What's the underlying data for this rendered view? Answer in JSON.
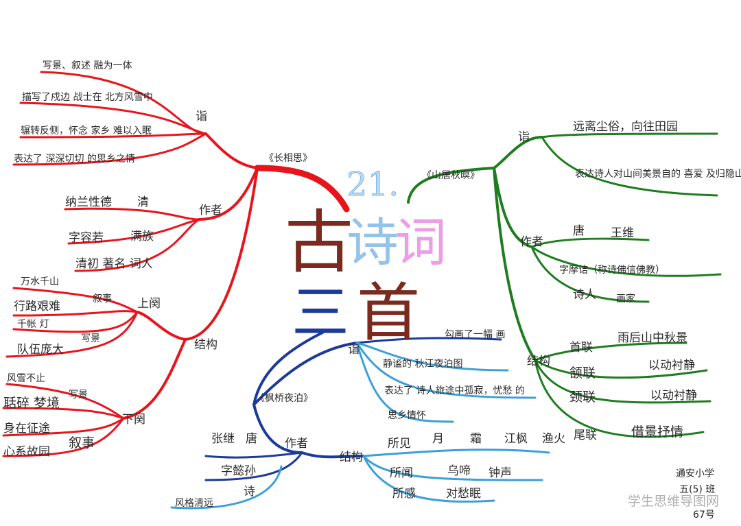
{
  "title": {
    "number": "21.",
    "word_a": "古",
    "word_b": "诗",
    "word_c": "词",
    "word_d": "三",
    "word_e": "首"
  },
  "colors": {
    "red_branch": "#e8141c",
    "green_branch": "#1e7d1e",
    "blue_branch": "#1b3a9a",
    "light_blue_branch": "#3aa0d8",
    "title_brown": "#7a2a1e",
    "title_blue": "#3a8fd8",
    "title_pink": "#e06ad8"
  },
  "left_poem": {
    "name": "《长相思》",
    "zhi": {
      "label": "诣",
      "items": [
        "写景、叙述 融为一体",
        "描写了戍边 战士在 北方风雪中",
        "辗转反侧，怀念 家乡 难以入眠",
        "表达了 深深切切 的思乡之情"
      ]
    },
    "author": {
      "label": "作者",
      "items": [
        "纳兰性德",
        "清",
        "字容若",
        "满族",
        "清初 著名 词人"
      ]
    },
    "structure": {
      "label": "结构",
      "upper": {
        "label": "上阕",
        "narrate_label": "叙事",
        "narrate_items": [
          "万水千山",
          "行路艰难"
        ],
        "scene_label": "写景",
        "scene_items": [
          "千帐 灯",
          "队伍庞大"
        ]
      },
      "lower": {
        "label": "下阕",
        "scene_label": "写景",
        "scene_items": [
          "风雪不止",
          "聒碎 梦境"
        ],
        "narrate_label": "叙事",
        "narrate_items": [
          "身在征途",
          "心系故园"
        ]
      }
    }
  },
  "right_poem": {
    "name": "《山居秋暝》",
    "zhi": {
      "label": "诣",
      "items": [
        "远离尘俗，向往田园",
        "表达诗人对山间美景自的 喜爱 及归隐山林的 心愿"
      ]
    },
    "author": {
      "label": "作者",
      "items": [
        "唐",
        "王维",
        "字摩诘（称诗佛信佛教）",
        "诗人",
        "画家"
      ]
    },
    "structure": {
      "label": "结构",
      "items": [
        {
          "label": "首联",
          "desc": "雨后山中秋景"
        },
        {
          "label": "颔联",
          "desc": "以动衬静"
        },
        {
          "label": "颈联",
          "desc": "以动衬静"
        },
        {
          "label": "尾联",
          "desc": "借景抒情"
        }
      ]
    }
  },
  "bottom_poem": {
    "name": "《枫桥夜泊》",
    "zhi": {
      "label": "诣",
      "items": [
        "勾画了一幅 画",
        "静谧的 秋江夜泊图",
        "表达了 诗人旅途中孤寂，忧愁 的",
        "思乡情怀"
      ]
    },
    "author": {
      "label": "作者",
      "items": [
        "张继",
        "唐",
        "字懿孙",
        "诗",
        "风格清远"
      ]
    },
    "structure": {
      "label": "结构",
      "items": [
        {
          "label": "所见",
          "desc": [
            "月",
            "霜",
            "江枫",
            "渔火"
          ]
        },
        {
          "label": "所闻",
          "desc": [
            "乌啼",
            "钟声"
          ]
        },
        {
          "label": "所感",
          "desc": [
            "对愁眠"
          ]
        }
      ]
    }
  },
  "signature": {
    "line1": "通安小学",
    "line2": "五(5) 班",
    "line3": "67号"
  },
  "watermark": "学生思维导图网"
}
